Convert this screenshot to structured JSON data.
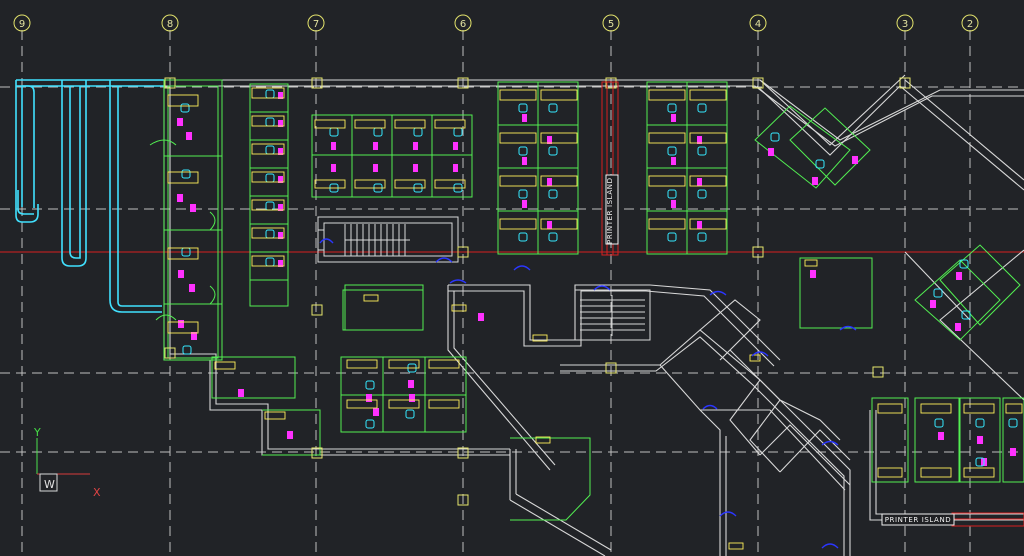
{
  "drawing": {
    "background": "#212327",
    "grid_color": "#bfbfbf",
    "red_line_color": "#d81f1f",
    "colors": {
      "wall_green": "#52ef52",
      "wall_cyan": "#41e1ff",
      "furniture_yellow": "#fff05a",
      "furniture_cyan": "#35e8ff",
      "chair_magenta": "#ff31ff",
      "wall_gray": "#d8d8d8",
      "door_blue": "#2b36ff",
      "text_red": "#ff5454",
      "tag_yellow": "#ffd84d"
    }
  },
  "grid_labels": [
    {
      "id": "9",
      "text": "9"
    },
    {
      "id": "8",
      "text": "8"
    },
    {
      "id": "7",
      "text": "7"
    },
    {
      "id": "6",
      "text": "6"
    },
    {
      "id": "5",
      "text": "5"
    },
    {
      "id": "4",
      "text": "4"
    },
    {
      "id": "3",
      "text": "3"
    },
    {
      "id": "2",
      "text": "2"
    }
  ],
  "labels": {
    "printer_island_vertical": "PRINTER ISLAND",
    "printer_island_horizontal": "PRINTER ISLAND",
    "ucs_x": "X",
    "ucs_y": "Y",
    "ucs_w": "W"
  },
  "icons": {
    "printer_island": "printer-island-icon",
    "ucs": "ucs-axis-icon"
  }
}
